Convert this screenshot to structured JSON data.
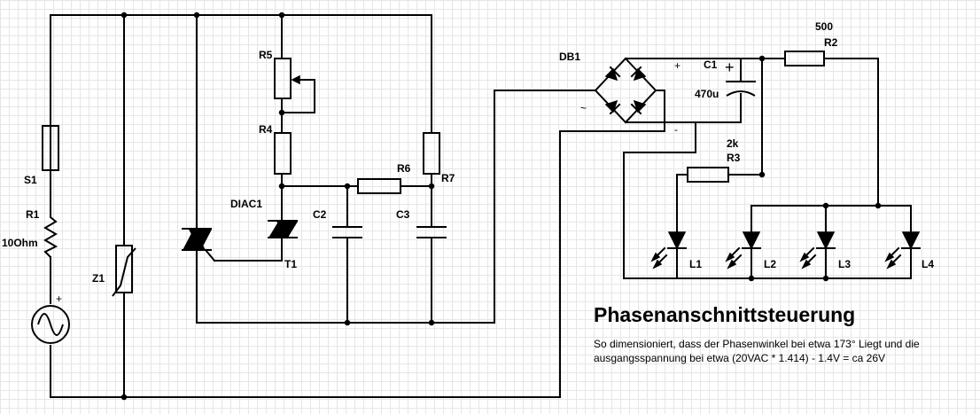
{
  "title": "Phasenanschnittsteuerung",
  "description": "So dimensioniert, dass der Phasenwinkel bei etwa 173° Liegt und die ausgangsspannung bei etwa (20VAC * 1.414) - 1.4V = ca 26V",
  "components": {
    "s1": {
      "name": "S1"
    },
    "r1": {
      "name": "R1",
      "value": "10Ohm"
    },
    "z1": {
      "name": "Z1"
    },
    "r5": {
      "name": "R5"
    },
    "r4": {
      "name": "R4"
    },
    "diac1": {
      "name": "DIAC1"
    },
    "t1": {
      "name": "T1"
    },
    "r6": {
      "name": "R6"
    },
    "r7": {
      "name": "R7"
    },
    "c2": {
      "name": "C2"
    },
    "c3": {
      "name": "C3"
    },
    "db1": {
      "name": "DB1"
    },
    "c1": {
      "name": "C1",
      "value": "470u"
    },
    "r2": {
      "name": "R2",
      "value": "500"
    },
    "r3": {
      "name": "R3",
      "value": "2k"
    },
    "l1": {
      "name": "L1"
    },
    "l2": {
      "name": "L2"
    },
    "l3": {
      "name": "L3"
    },
    "l4": {
      "name": "L4"
    }
  },
  "symbols": {
    "plus": "+",
    "minus": "-",
    "ac": "~"
  },
  "colors": {
    "wire": "#000000",
    "grid": "#e6e6e6",
    "background": "#ffffff"
  }
}
